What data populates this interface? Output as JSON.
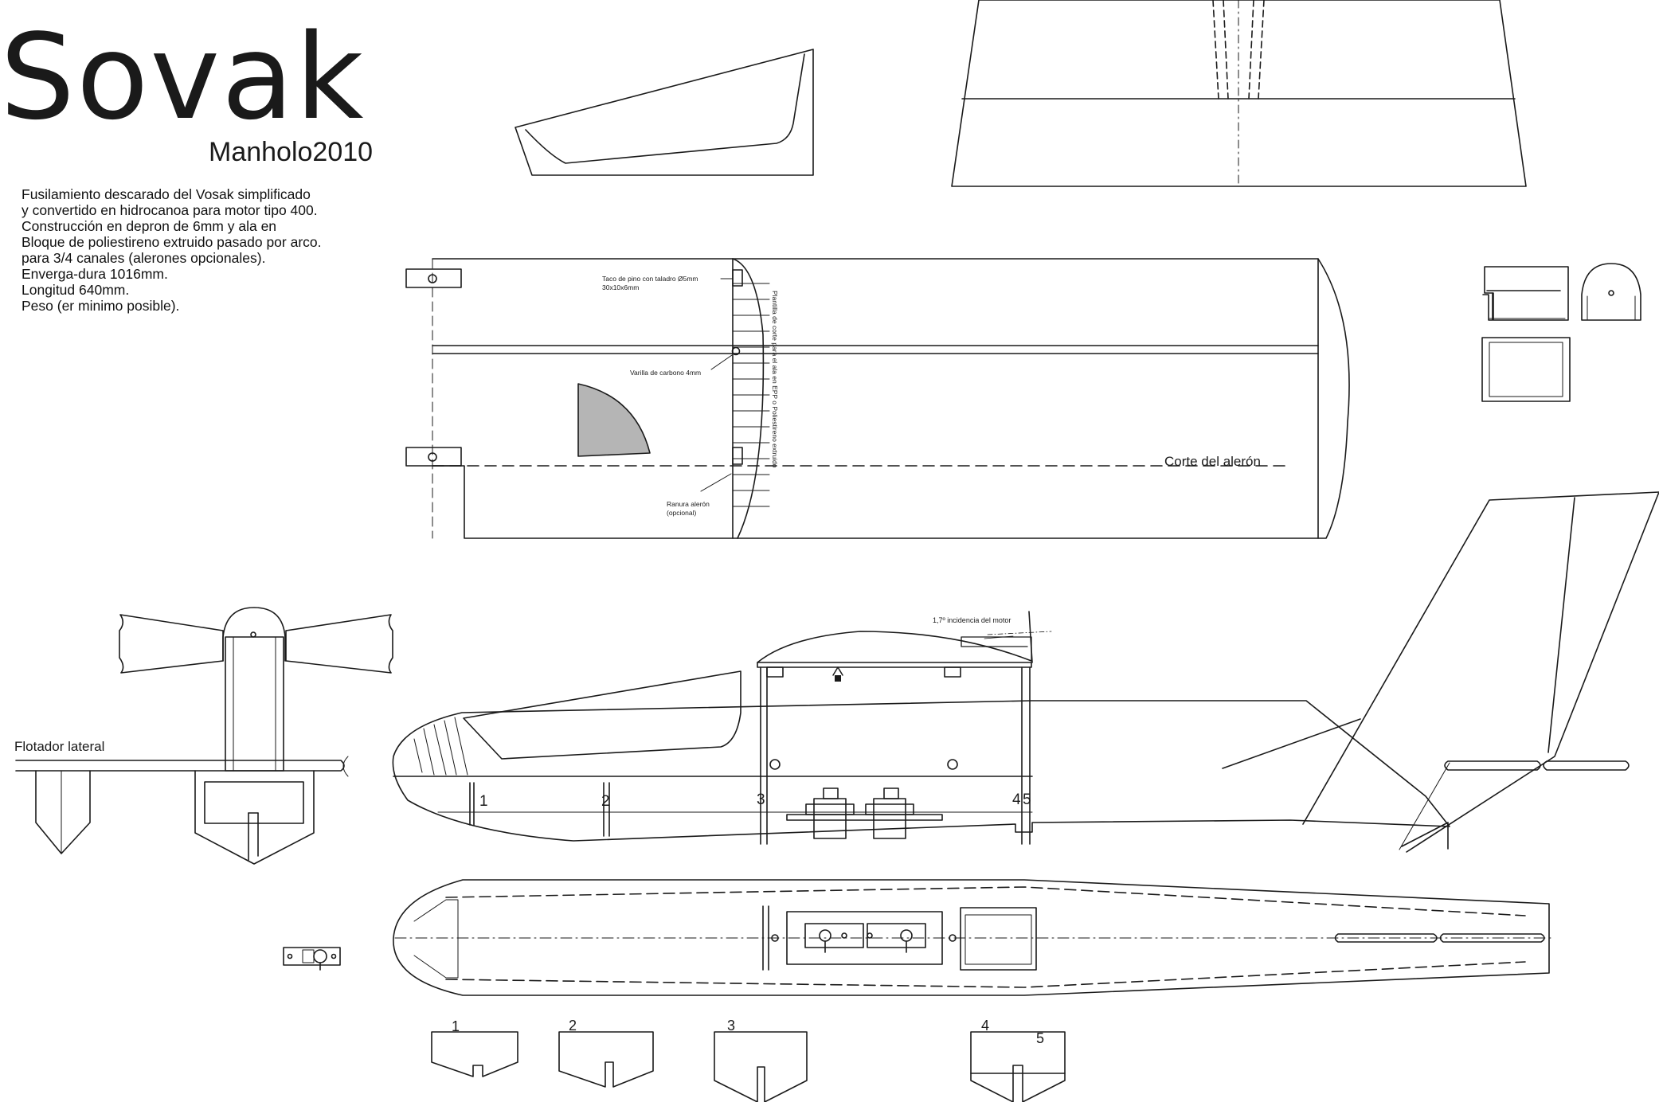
{
  "title": "Sovak",
  "author": "Manholo2010",
  "description": [
    "Fusilamiento descarado del Vosak simplificado",
    "y convertido en hidrocanoa para motor tipo 400.",
    "Construcción en depron de 6mm y ala en",
    "Bloque de poliestireno extruido pasado por arco.",
    "para 3/4 canales (alerones opcionales).",
    "Enverga-dura 1016mm.",
    "Longitud 640mm.",
    "Peso (er minimo posible)."
  ],
  "labels": {
    "taco_line1": "Taco de pino con taladro Ø5mm",
    "taco_line2": "30x10x6mm",
    "varilla": "Varilla de carbono 4mm",
    "ranura_line1": "Ranura alerón",
    "ranura_line2": "(opcional)",
    "plantilla": "Plantilla de corte para el ala en EPP o Poliestireno extruido",
    "corte_aleron": "Corte del alerón",
    "incidencia": "1,7º incidencia del motor",
    "flotador": "Flotador lateral"
  },
  "former_numbers": [
    "1",
    "2",
    "3",
    "4",
    "5"
  ],
  "colors": {
    "line": "#1a1a1a",
    "fill_gray": "#b5b5b5",
    "background": "#ffffff"
  }
}
